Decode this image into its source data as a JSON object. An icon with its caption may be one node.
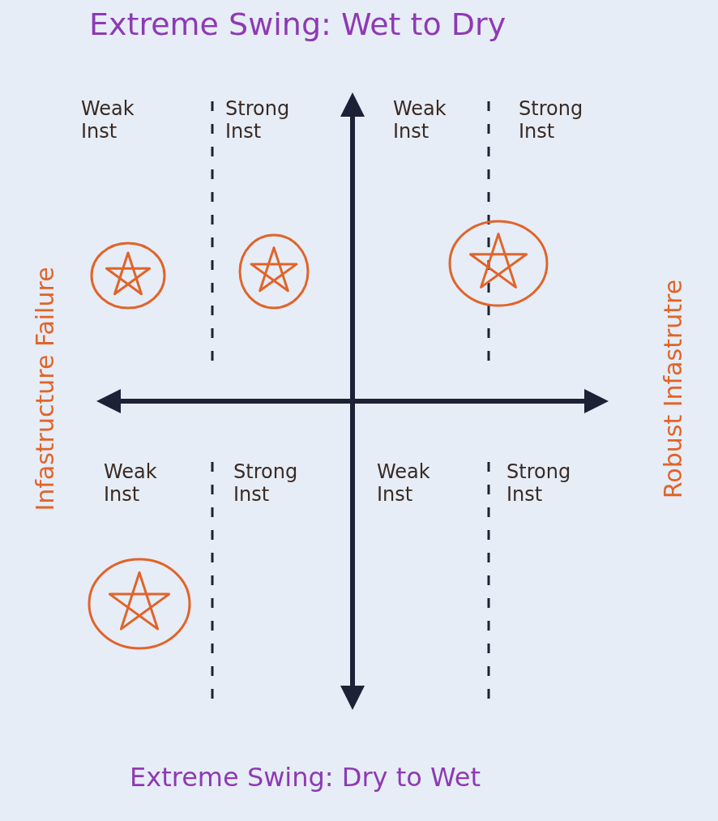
{
  "diagram": {
    "title": "Extreme Swing: Wet to Dry",
    "caption": "Extreme Swing: Dry to Wet",
    "labels": [
      "Weak Inst",
      "Strong Inst",
      "Weak Inst",
      "Strong Inst",
      "Infastructure Failure",
      "Robust Infastrutre",
      "Weak Inst",
      "Strong Inst",
      "Weak Inst",
      "Strong Inst"
    ]
  }
}
